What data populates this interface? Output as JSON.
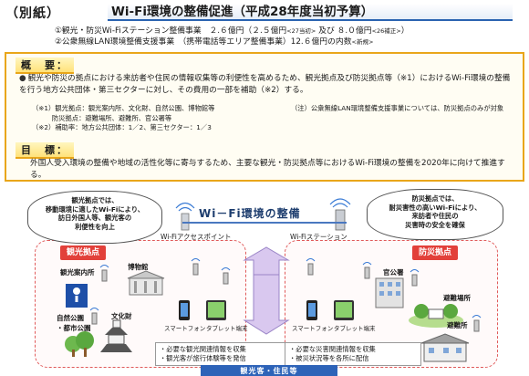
{
  "header": {
    "tag": "（別紙）",
    "title": "Wi-Fi環境の整備促進（平成28年度当初予算）"
  },
  "budget": {
    "line1_prefix": "①観光・防災Wi-Fiステーション整備事業　２.６億円（２.５億円",
    "line1_note1": "<27当初>",
    "line1_mid": " 及び ８.０億円",
    "line1_note2": "<26補正>",
    "line1_suffix": "）",
    "line2_main": "②公衆無線LAN環境整備支援事業　（携帯電話等エリア整備事業）",
    "line2_amount": "12.６億円の内数",
    "line2_note": "<新規>"
  },
  "summary": {
    "label": "概　要：",
    "text": "観光や防災の拠点における来訪者や住民の情報収集等の利便性を高めるため、観光拠点及び防災拠点等（※1）におけるWi-Fi環境の整備を行う地方公共団体・第三セクターに対し、その費用の一部を補助（※2）する。",
    "bullet": "●",
    "note_left": "（※1）観光拠点：観光案内所、文化財、自然公園、博物館等\n　　　防災拠点：避難場所、避難所、官公署等\n（※2）補助率：地方公共団体：1／2、第三セクター：1／3",
    "note_right": "（注）公衆無線LAN環境整備支援事業については、防災拠点のみが対象"
  },
  "goal": {
    "label": "目　標：",
    "text": "外国人受入環境の整備や地域の活性化等に寄与するため、主要な観光・防災拠点等におけるWi-Fi環境の整備を2020年に向けて推進する。"
  },
  "diagram": {
    "title": "Wi－Fi環境の整備",
    "ap_label": "Wi-Fiアクセスポイント",
    "station_label": "Wi-Fiステーション",
    "cloud_left": "観光拠点では、\n移動環境に適したWi-Fiにより、\n訪日外国人等、観光客の\n利便性を向上",
    "cloud_right": "防災拠点では、\n耐災害性の高いWi-Fiにより、\n来訪者や住民の\n災害時の安全を確保",
    "tag_kanko": "観光拠点",
    "tag_bosai": "防災拠点",
    "places_left": {
      "annai": "観光案内所",
      "museum": "博物館",
      "nature": "自然公園\n・都市公園",
      "culture": "文化財"
    },
    "places_right": {
      "office": "官公署",
      "shelter": "避難場所",
      "hinanjo": "避難所"
    },
    "device_phone": "スマートフォン",
    "device_tablet": "タブレット端末",
    "bullets_left": [
      "・必要な観光関連情報を収集",
      "・観光客が旅行体験等を発信"
    ],
    "bullets_right": [
      "・必要な災害関連情報を収集",
      "・被災状況等を各所に配信"
    ],
    "bottom_band": "観光客・住民等",
    "info_sign": "Tourist Information Center"
  },
  "colors": {
    "accent_blue": "#2d63b8",
    "summary_border": "#e9a61a",
    "zone_red": "#e2403a"
  }
}
